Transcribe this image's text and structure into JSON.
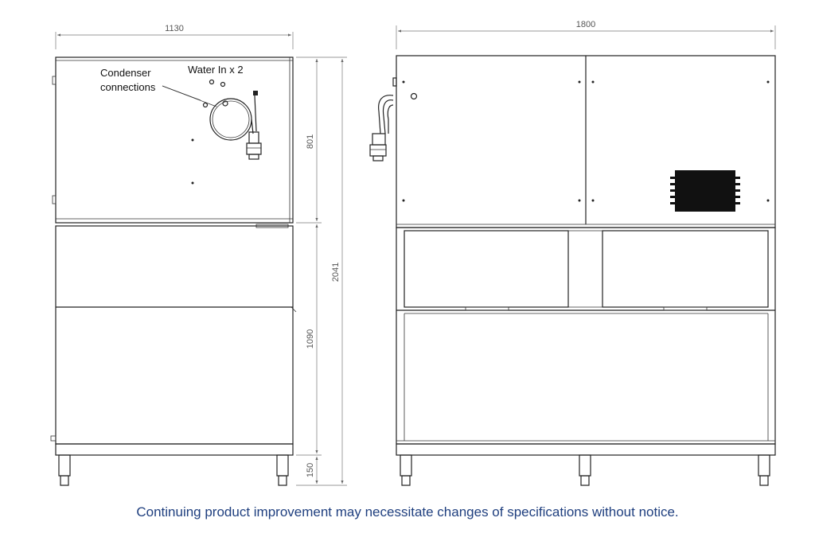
{
  "dimensions": {
    "front_width": "1130",
    "side_width": "1800",
    "upper_height": "801",
    "total_height": "2041",
    "lower_height": "1090",
    "leg_height": "150"
  },
  "labels": {
    "condenser_line1": "Condenser",
    "condenser_line2": "connections",
    "water_in": "Water In x 2"
  },
  "footer": {
    "note": "Continuing product improvement may necessitate changes of specifications without notice."
  },
  "colors": {
    "footer_text": "#1f3f7f",
    "line": "#222222"
  }
}
